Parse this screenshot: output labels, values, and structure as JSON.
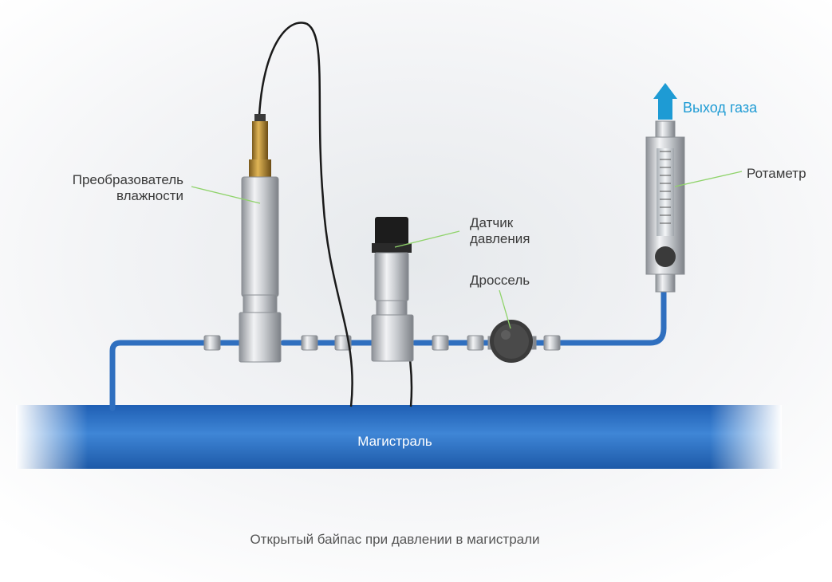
{
  "labels": {
    "humidity_transmitter": "Преобразователь\nвлажности",
    "pressure_sensor": "Датчик\nдавления",
    "throttle": "Дроссель",
    "rotameter": "Ротаметр",
    "gas_outlet": "Выход газа",
    "mainline": "Магистраль"
  },
  "caption": "Открытый байпас при давлении в магистрали",
  "colors": {
    "pipe": "#2f6fbf",
    "mainline": "#2a6fc2",
    "leader": "#8fd36a",
    "outlet_arrow": "#1e9bd4",
    "outlet_text": "#1e9bd4"
  }
}
